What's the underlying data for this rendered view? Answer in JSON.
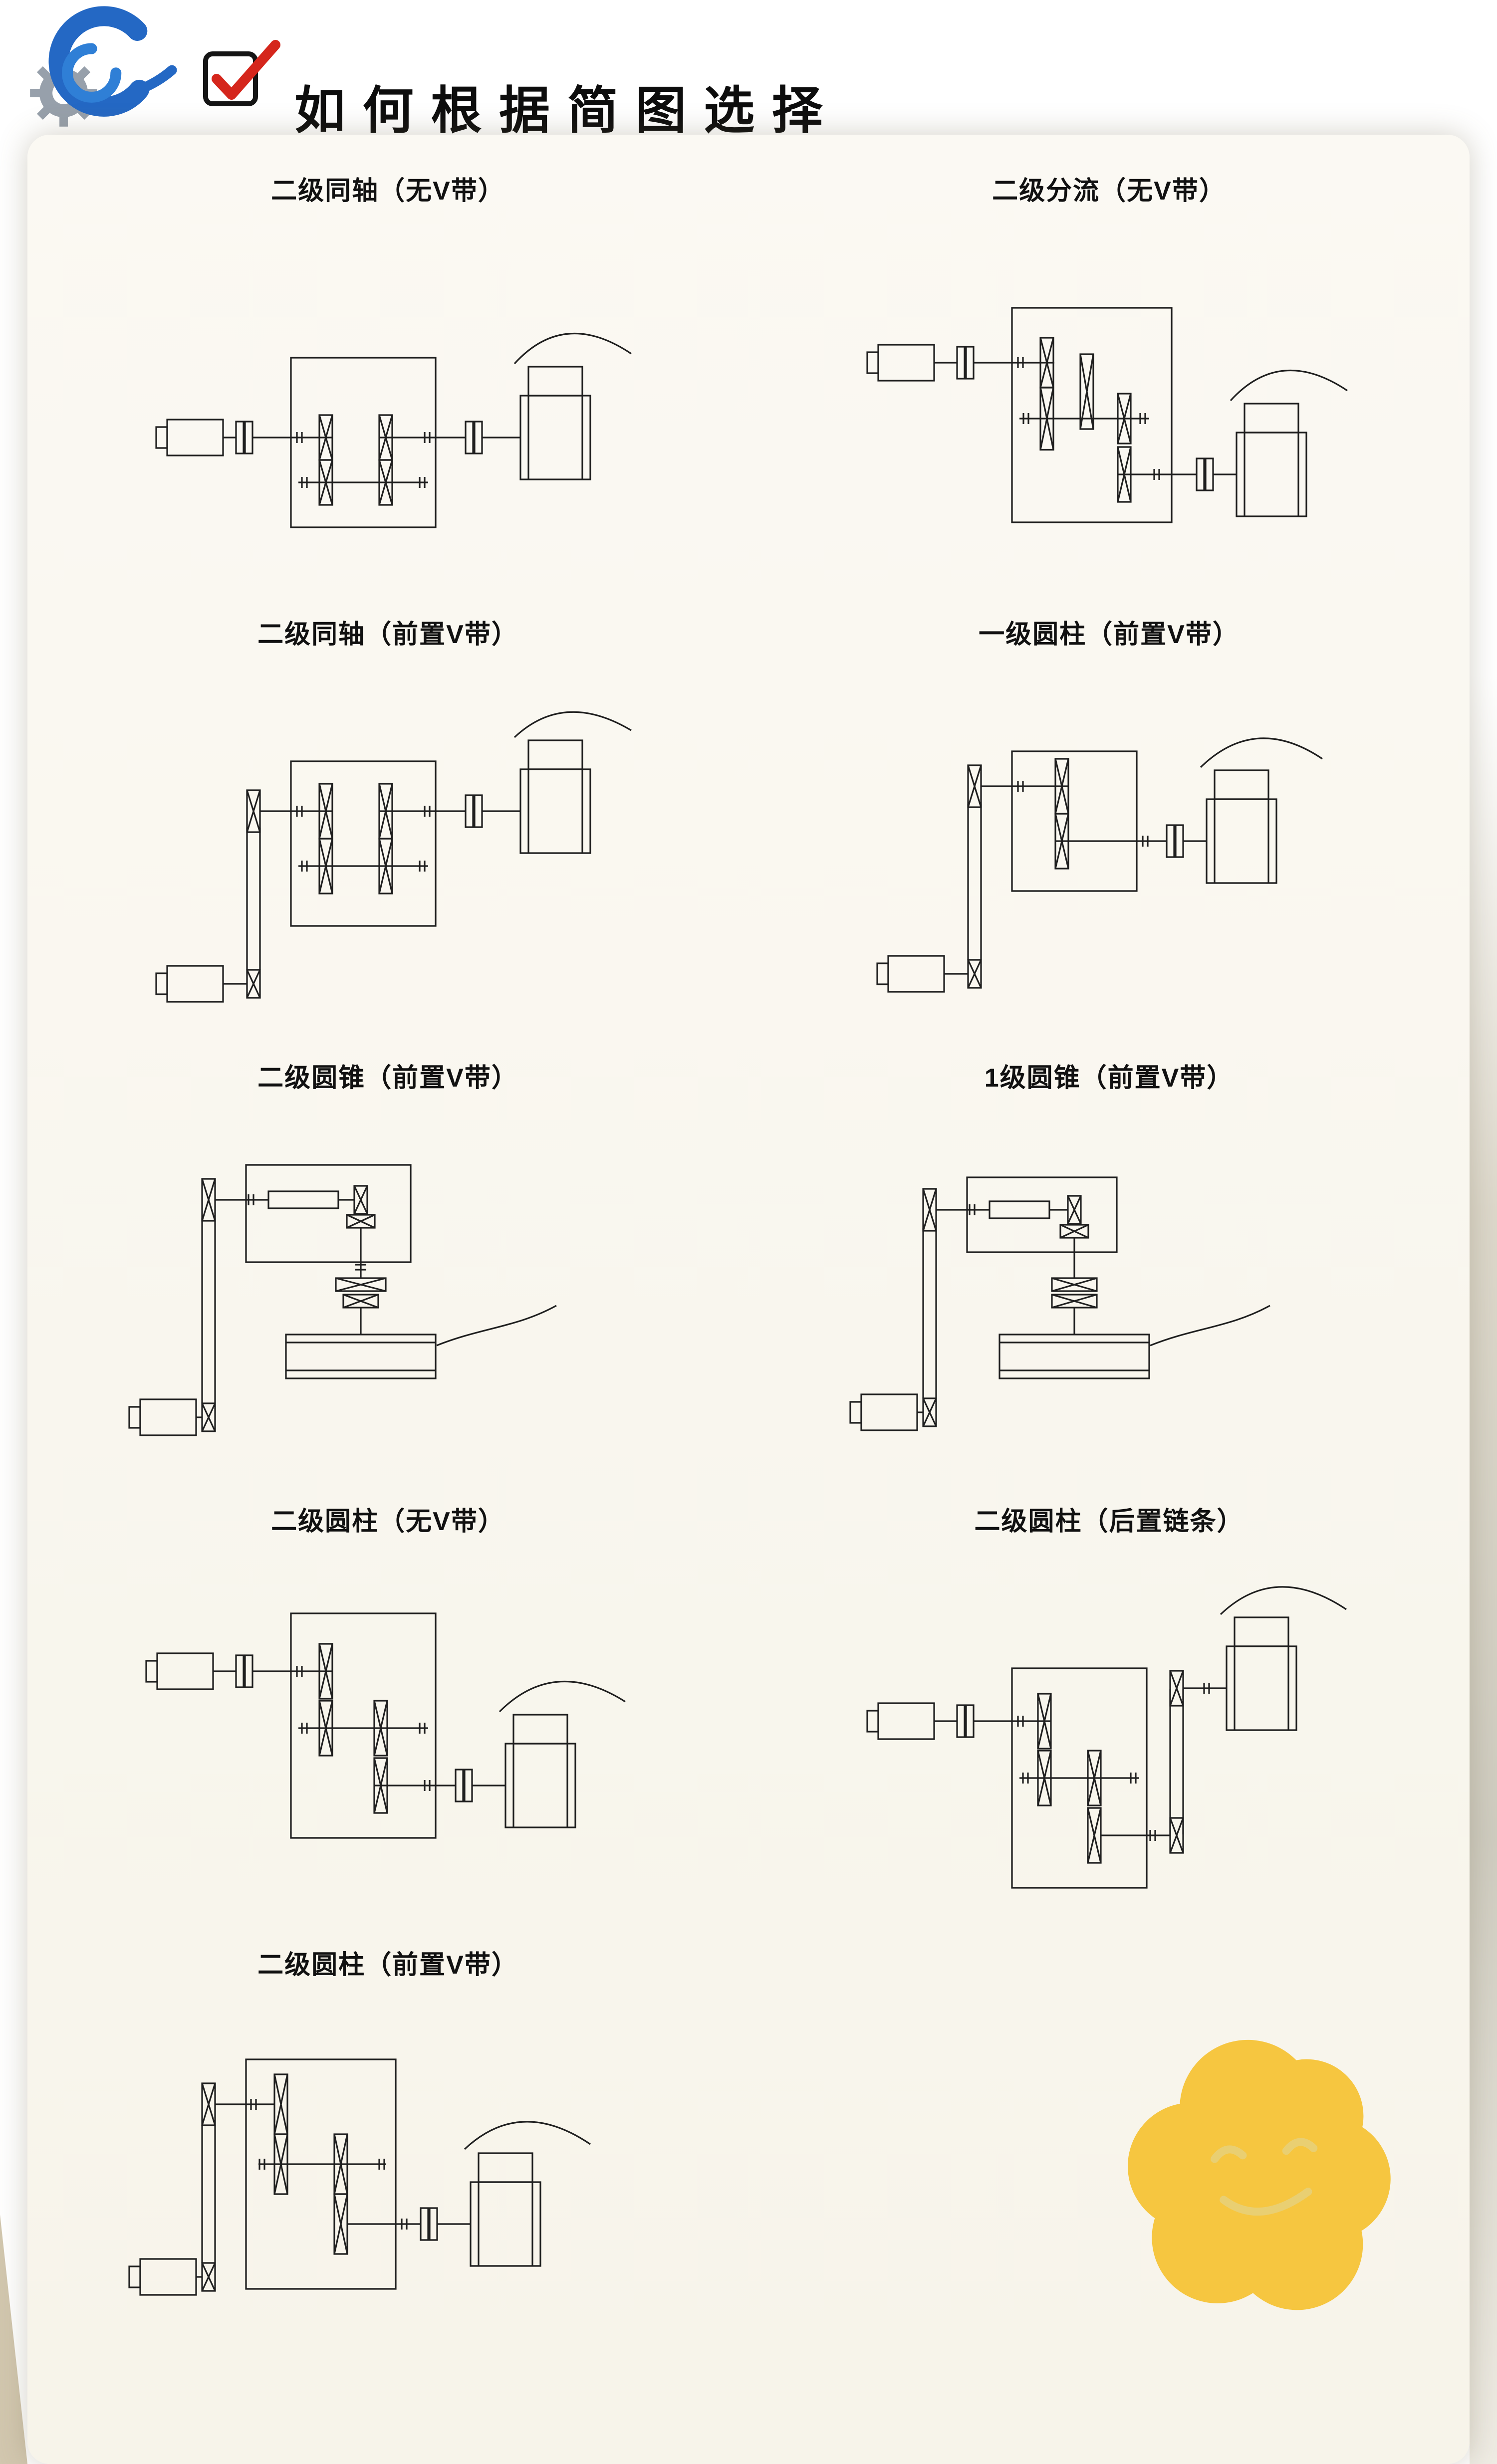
{
  "header": {
    "title": "如何根据简图选择",
    "logo_name": "gear-swirl-logo",
    "checkbox_name": "red-check-checkbox"
  },
  "diagrams": [
    {
      "label": "二级同轴（无V带）"
    },
    {
      "label": "二级分流（无V带）"
    },
    {
      "label": "二级同轴（前置V带）"
    },
    {
      "label": "一级圆柱（前置V带）"
    },
    {
      "label": "二级圆锥（前置V带）"
    },
    {
      "label": "1级圆锥（前置V带）"
    },
    {
      "label": "二级圆柱（无V带）"
    },
    {
      "label": "二级圆柱（后置链条）"
    },
    {
      "label": "二级圆柱（前置V带）"
    }
  ],
  "decoration": {
    "flower": "yellow-smiley-flower"
  },
  "colors": {
    "line": "#1f1f1f",
    "panel_bg": "#f9f6ee",
    "logo_blue": "#2468c4",
    "check_red": "#d5261c",
    "gear_gray": "#97a0ab",
    "flower_yellow": "#f6c640",
    "flower_face": "#e9cf72"
  }
}
